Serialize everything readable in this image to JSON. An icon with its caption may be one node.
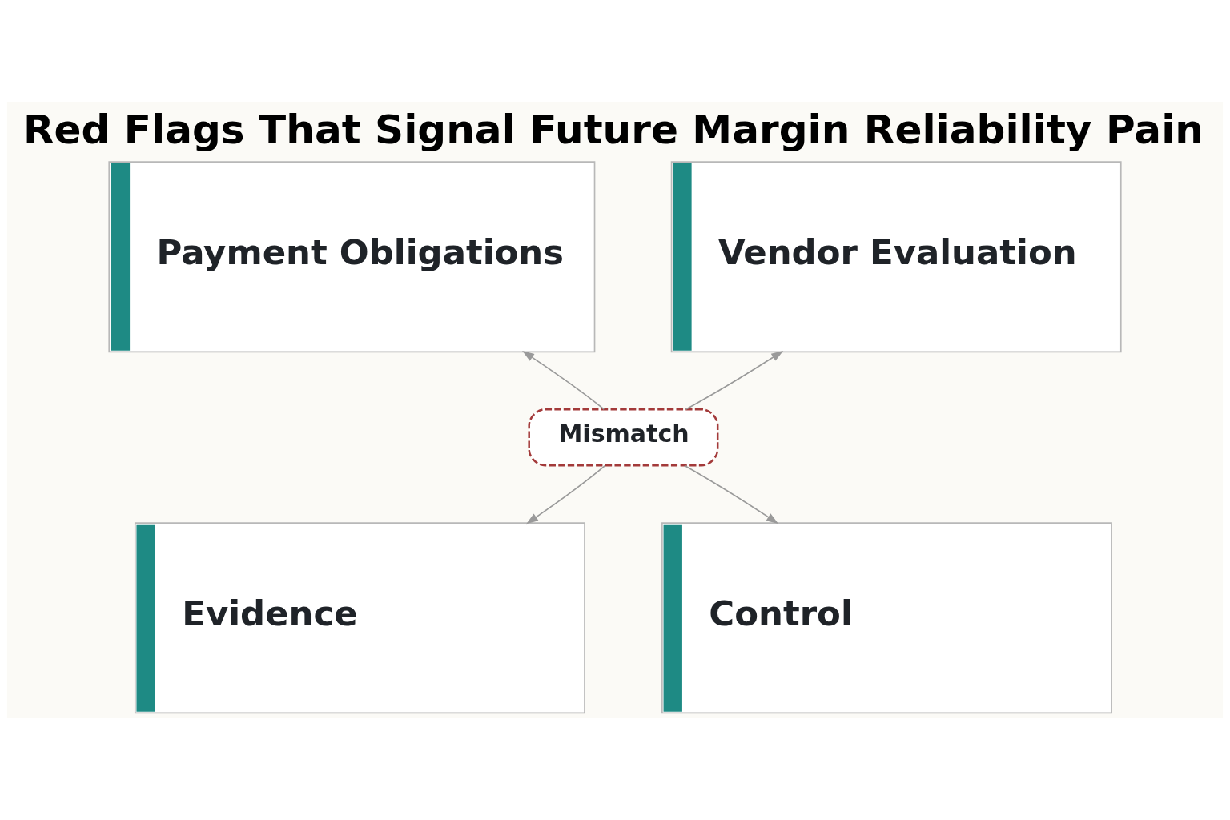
{
  "diagram": {
    "title": "Red Flags That Signal Future Margin Reliability Pain",
    "nodes": [
      {
        "text": [
          "Payment Obligations"
        ]
      },
      {
        "text": [
          "Vendor Evaluation"
        ]
      },
      {
        "text": [
          "Mismatch"
        ]
      },
      {
        "text": [
          "Evidence"
        ]
      },
      {
        "text": [
          "Control"
        ]
      }
    ],
    "edges": [
      {
        "from": 2,
        "to": 0,
        "arrow": "to"
      },
      {
        "from": 2,
        "to": 1,
        "arrow": "to"
      },
      {
        "from": 2,
        "to": 3,
        "arrow": "to"
      },
      {
        "from": 2,
        "to": 4,
        "arrow": "to"
      }
    ]
  }
}
